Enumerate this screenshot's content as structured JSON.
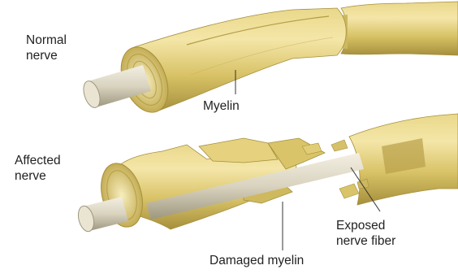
{
  "labels": {
    "normal_line1": "Normal",
    "normal_line2": "nerve",
    "myelin": "Myelin",
    "affected_line1": "Affected",
    "affected_line2": "nerve",
    "exposed_line1": "Exposed",
    "exposed_line2": "nerve fiber",
    "damaged": "Damaged myelin"
  },
  "colors": {
    "background": "#ffffff",
    "myelin": "#d9c46a",
    "myelin_highlight": "#f1e3a2",
    "myelin_shadow": "#a8923e",
    "nerve_fiber": "#d6d0bd",
    "label_text": "#222222",
    "leader_line": "#333333"
  }
}
